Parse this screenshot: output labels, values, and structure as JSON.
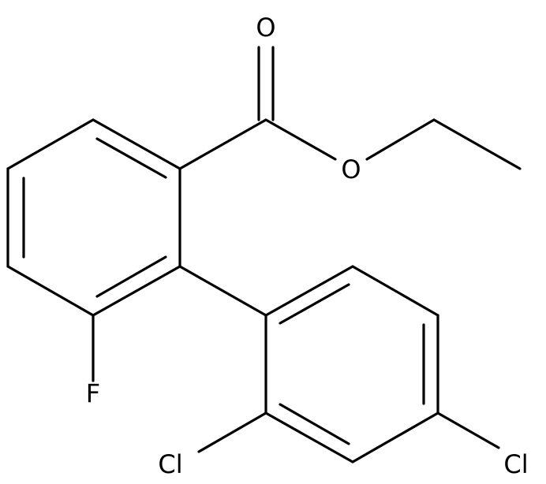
{
  "molecule": {
    "atoms": {
      "oxygen_carbonyl": "O",
      "oxygen_ester": "O",
      "fluorine": "F",
      "chlorine_ortho": "Cl",
      "chlorine_para": "Cl"
    },
    "colors": {
      "bond": "#000000",
      "label": "#000000",
      "background": "#ffffff"
    }
  }
}
